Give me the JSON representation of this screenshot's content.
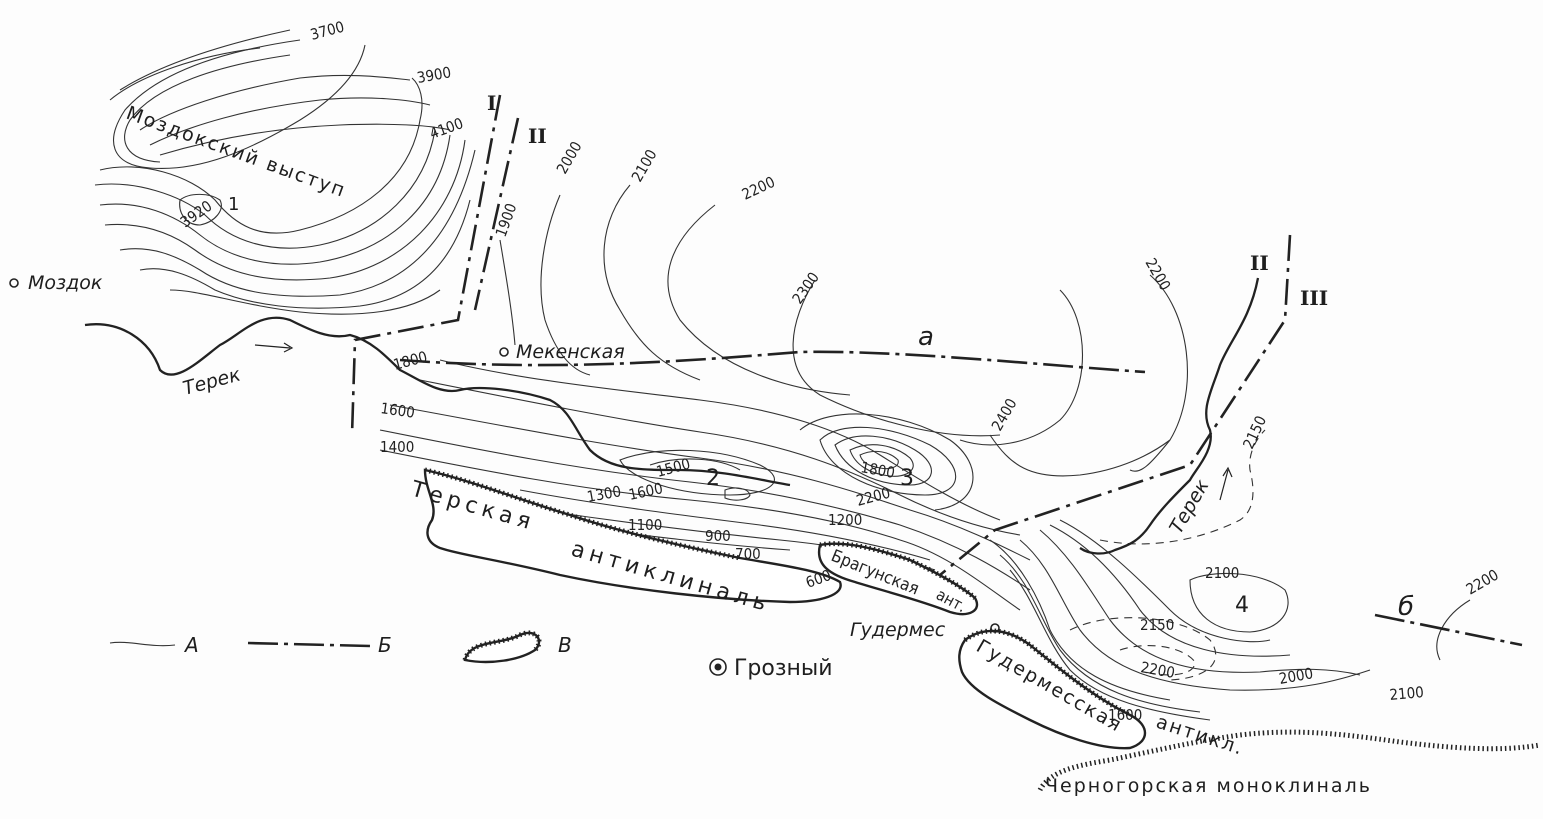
{
  "regions": {
    "mozdok_ledge": "Моздокский выступ",
    "terek_anticline_1": "Терская",
    "terek_anticline_2": "антиклиналь",
    "bragun_anticline_1": "Брагунская",
    "bragun_anticline_2": "ант.",
    "gudermes_anticline_1": "Гудермесская",
    "gudermes_anticline_2": "антикл.",
    "chernogorsk_monocline": "Черногорская моноклиналь"
  },
  "settlements": {
    "mozdok": "Моздок",
    "mekenskaya": "Мекенская",
    "gudermes": "Гудермес",
    "grozny": "Грозный"
  },
  "rivers": {
    "terek_west": "Терек",
    "terek_east": "Терек"
  },
  "zones": {
    "I": "I",
    "II_west": "II",
    "II_east": "II",
    "III": "III"
  },
  "sections": {
    "a": "а",
    "b": "б"
  },
  "points": {
    "p1": "1",
    "p2": "2",
    "p3": "3",
    "p4": "4"
  },
  "contours": {
    "c3700": "3700",
    "c3900": "3900",
    "c4100": "4100",
    "c3920": "3920",
    "c1900": "1900",
    "c2000": "2000",
    "c2100": "2100",
    "c2200": "2200",
    "c2300": "2300",
    "c2200e": "2200",
    "c2400": "2400",
    "c2150": "2150",
    "c1800w": "1800",
    "c1600w": "1600",
    "c1400": "1400",
    "c1500": "1500",
    "c1300": "1300",
    "c1600m": "1600",
    "c1100": "1100",
    "c900": "900",
    "c700": "700",
    "c600": "600",
    "c1200": "1200",
    "c1800m": "1800",
    "c2200m": "2200",
    "c2100e": "2100",
    "c2150s": "2150",
    "c2200s": "2200",
    "c2000s": "2000",
    "c2100s": "2100",
    "c1600s": "1600",
    "c2200b": "2200"
  },
  "legend": {
    "A": "А",
    "B": "Б",
    "V": "В"
  },
  "colors": {
    "ink": "#1e1e1e",
    "paper": "#fdfdfd"
  }
}
